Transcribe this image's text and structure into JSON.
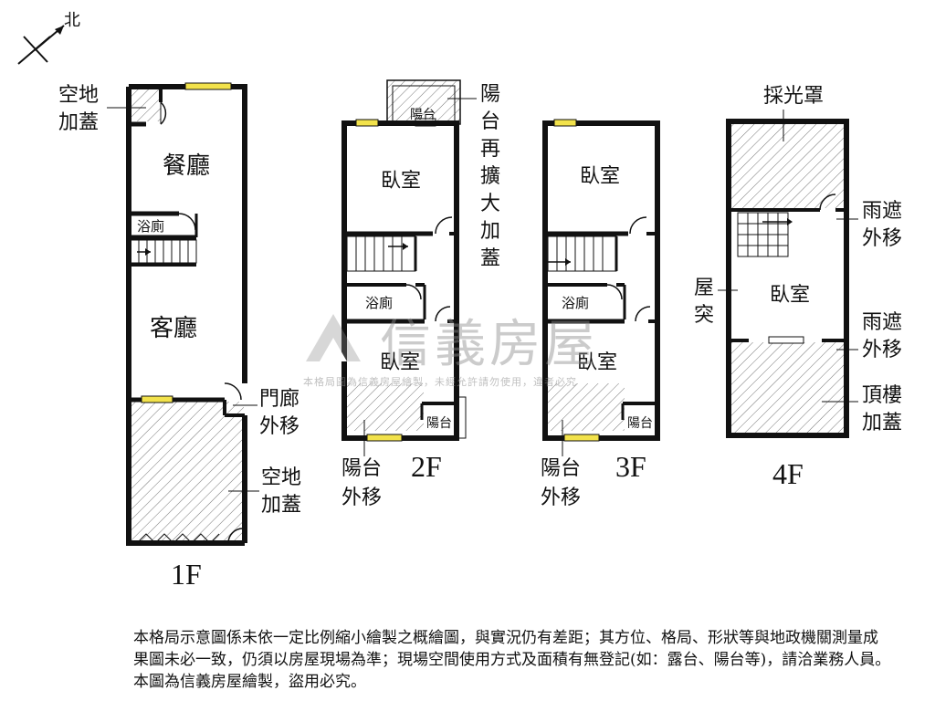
{
  "compass": {
    "north_label": "北"
  },
  "floors": {
    "f1": {
      "floor_label": "1F",
      "rooms": {
        "dining": "餐廳",
        "living": "客廳",
        "bath": "浴廁"
      },
      "callouts": {
        "top_left": [
          "空地",
          "加蓋"
        ],
        "porch": [
          "門廊",
          "外移"
        ],
        "bottom_right": [
          "空地",
          "加蓋"
        ]
      }
    },
    "f2": {
      "floor_label": "2F",
      "rooms": {
        "bedroom_top": "臥室",
        "bath": "浴廁",
        "bedroom_bottom": "臥室",
        "balcony_small": "陽台",
        "balcony_top": "陽台"
      },
      "callouts": {
        "balcony_extend": [
          "陽",
          "台",
          "再",
          "擴",
          "大",
          "加",
          "蓋"
        ],
        "balcony_move": [
          "陽台",
          "外移"
        ]
      }
    },
    "f3": {
      "floor_label": "3F",
      "rooms": {
        "bedroom_top": "臥室",
        "bath": "浴廁",
        "bedroom_bottom": "臥室",
        "balcony_small": "陽台"
      },
      "callouts": {
        "balcony_move": [
          "陽台",
          "外移"
        ]
      }
    },
    "f4": {
      "floor_label": "4F",
      "rooms": {
        "bedroom": "臥室"
      },
      "callouts": {
        "skylight": "採光罩",
        "rain_cover_top": [
          "雨遮",
          "外移"
        ],
        "roof_protrusion": [
          "屋",
          "突"
        ],
        "rain_cover_mid": [
          "雨遮",
          "外移"
        ],
        "rooftop_addition": [
          "頂樓",
          "加蓋"
        ]
      }
    }
  },
  "watermark": {
    "brand": "信義房屋",
    "notice": "本格局圖為信義房屋繪製，未經允許請勿使用，違者必究"
  },
  "disclaimer": "本格局示意圖係未依一定比例縮小繪製之概繪圖，與實況仍有差距；其方位、格局、形狀等與地政機關測量成果圖未必一致，仍須以房屋現場為準；現場空間使用方式及面積有無登記(如：露台、陽台等)，請洽業務人員。本圖為信義房屋繪製，盜用必究。",
  "colors": {
    "wall": "#111111",
    "window": "#f2e24b",
    "hatch": "#555555"
  }
}
